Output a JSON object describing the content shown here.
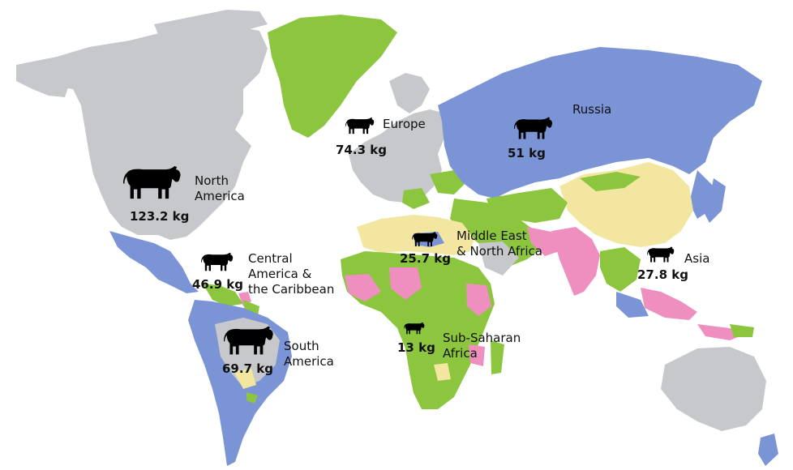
{
  "colors": {
    "ocean": "#ffffff",
    "gray": "#c6c8cb",
    "green": "#8cc63f",
    "blue": "#7b94d6",
    "yellow": "#f2e6a0",
    "pink": "#ef8fbf",
    "text": "#111111"
  },
  "icons": {
    "cow": "cow-icon"
  },
  "regions": [
    {
      "id": "north-america",
      "name": "North\nAmerica",
      "value": "123.2 kg",
      "kg": 123.2
    },
    {
      "id": "europe",
      "name": "Europe",
      "value": "74.3 kg",
      "kg": 74.3
    },
    {
      "id": "russia",
      "name": "Russia",
      "value": "51 kg",
      "kg": 51
    },
    {
      "id": "central-america",
      "name": "Central\nAmerica &\nthe Caribbean",
      "value": "46.9 kg",
      "kg": 46.9
    },
    {
      "id": "middle-east",
      "name": "Middle East\n& North Africa",
      "value": "25.7 kg",
      "kg": 25.7
    },
    {
      "id": "asia",
      "name": "Asia",
      "value": "27.8 kg",
      "kg": 27.8
    },
    {
      "id": "south-america",
      "name": "South\nAmerica",
      "value": "69.7 kg",
      "kg": 69.7
    },
    {
      "id": "sub-saharan-africa",
      "name": "Sub-Saharan\nAfrica",
      "value": "13 kg",
      "kg": 13
    }
  ]
}
